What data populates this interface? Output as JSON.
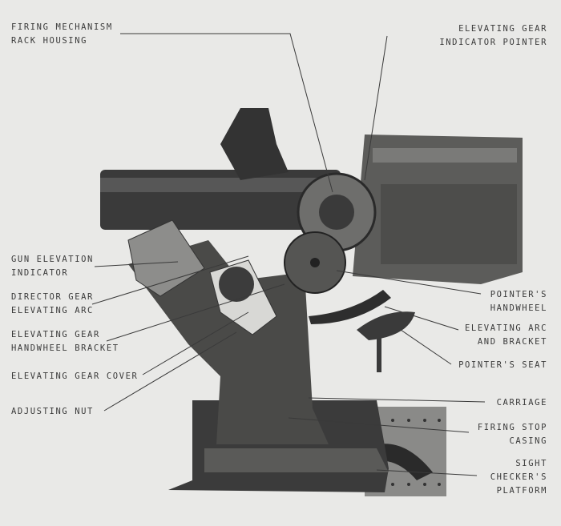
{
  "labels": {
    "firing_mechanism": [
      "FIRING MECHANISM",
      "RACK HOUSING"
    ],
    "elevating_gear_indicator": [
      "ELEVATING GEAR",
      "INDICATOR POINTER"
    ],
    "gun_elevation_indicator": [
      "GUN ELEVATION",
      "INDICATOR"
    ],
    "director_gear": [
      "DIRECTOR GEAR",
      "ELEVATING ARC"
    ],
    "handwheel_bracket": [
      "ELEVATING GEAR",
      "HANDWHEEL BRACKET"
    ],
    "gear_cover": [
      "ELEVATING GEAR COVER"
    ],
    "adjusting_nut": [
      "ADJUSTING NUT"
    ],
    "pointers_handwheel": [
      "POINTER'S",
      "HANDWHEEL"
    ],
    "elevating_arc": [
      "ELEVATING ARC",
      "AND BRACKET"
    ],
    "pointers_seat": [
      "POINTER'S SEAT"
    ],
    "carriage": [
      "CARRIAGE"
    ],
    "firing_stop": [
      "FIRING STOP",
      "CASING"
    ],
    "sight_platform": [
      "SIGHT",
      "CHECKER'S",
      "PLATFORM"
    ]
  }
}
